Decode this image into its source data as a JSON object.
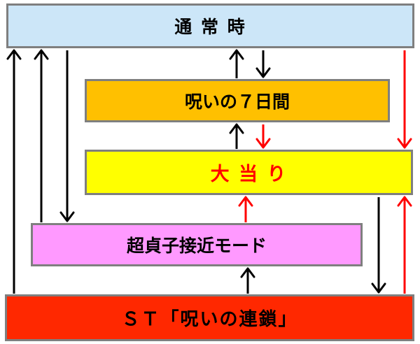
{
  "diagram": {
    "colors": {
      "normal_fill": "#cce6f8",
      "curse7_fill": "#ffc000",
      "jackpot_fill": "#ffff00",
      "jackpot_text": "#ff0000",
      "super_fill": "#ff99ff",
      "st_fill": "#ff2800",
      "arrow_black": "#000000",
      "arrow_red": "#ff0000"
    },
    "nodes": {
      "normal": "通 常 時",
      "curse7": "呪いの７日間",
      "jackpot": "大 当 り",
      "super_chance": "超貞子接近モード",
      "st_chain": "ＳＴ「呪いの連鎖」"
    },
    "transitions": [
      {
        "from": "curse7",
        "to": "normal",
        "color": "black"
      },
      {
        "from": "normal",
        "to": "curse7",
        "color": "black"
      },
      {
        "from": "jackpot",
        "to": "curse7",
        "color": "black"
      },
      {
        "from": "curse7",
        "to": "jackpot",
        "color": "red"
      },
      {
        "from": "normal",
        "to": "jackpot",
        "color": "red"
      },
      {
        "from": "super_chance",
        "to": "jackpot",
        "color": "red"
      },
      {
        "from": "normal",
        "to": "super_chance",
        "color": "black"
      },
      {
        "from": "super_chance",
        "to": "normal",
        "color": "black"
      },
      {
        "from": "st_chain",
        "to": "normal",
        "color": "black"
      },
      {
        "from": "st_chain",
        "to": "super_chance",
        "color": "black"
      },
      {
        "from": "jackpot",
        "to": "st_chain",
        "color": "black"
      },
      {
        "from": "st_chain",
        "to": "jackpot",
        "color": "red"
      }
    ]
  }
}
